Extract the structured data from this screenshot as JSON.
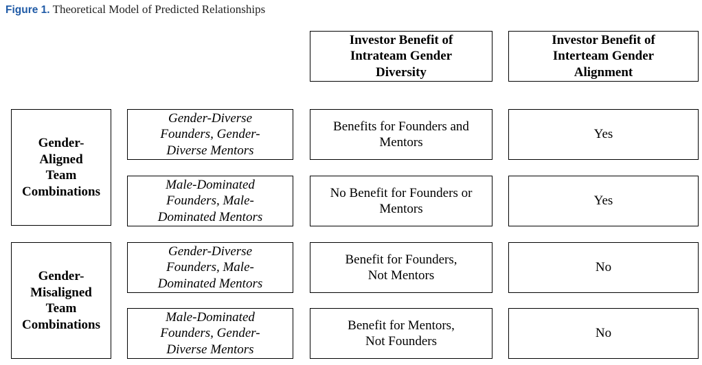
{
  "caption": {
    "label": "Figure 1.",
    "title": "Theoretical Model of Predicted Relationships"
  },
  "headers": {
    "intrateam": [
      "Investor Benefit of",
      "Intrateam Gender",
      "Diversity"
    ],
    "interteam": [
      "Investor Benefit of",
      "Interteam Gender",
      "Alignment"
    ]
  },
  "groups": [
    {
      "label": [
        "Gender-",
        "Aligned",
        "Team",
        "Combinations"
      ]
    },
    {
      "label": [
        "Gender-",
        "Misaligned",
        "Team",
        "Combinations"
      ]
    }
  ],
  "rows": [
    {
      "team": [
        "Gender-Diverse",
        "Founders, Gender-",
        "Diverse Mentors"
      ],
      "intrateam": [
        "Benefits for Founders and",
        "Mentors"
      ],
      "interteam": "Yes"
    },
    {
      "team": [
        "Male-Dominated",
        "Founders, Male-",
        "Dominated Mentors"
      ],
      "intrateam": [
        "No Benefit for Founders or",
        "Mentors"
      ],
      "interteam": "Yes"
    },
    {
      "team": [
        "Gender-Diverse",
        "Founders, Male-",
        "Dominated Mentors"
      ],
      "intrateam": [
        "Benefit for Founders,",
        "Not Mentors"
      ],
      "interteam": "No"
    },
    {
      "team": [
        "Male-Dominated",
        "Founders, Gender-",
        "Diverse Mentors"
      ],
      "intrateam": [
        "Benefit for Mentors,",
        "Not Founders"
      ],
      "interteam": "No"
    }
  ]
}
